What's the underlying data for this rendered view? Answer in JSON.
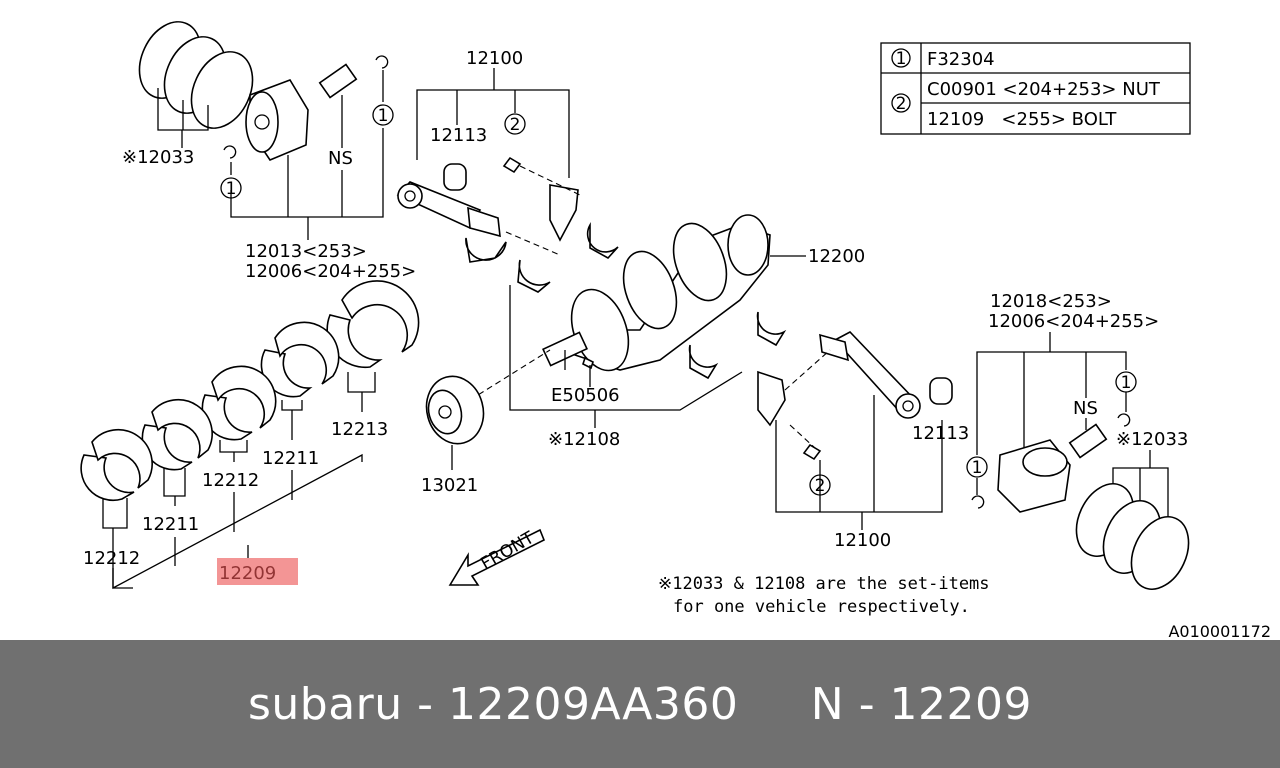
{
  "legend_table": {
    "rows": [
      {
        "key": "1",
        "text": "F32304"
      },
      {
        "key": "2",
        "text": "C00901 <204+253> NUT"
      },
      {
        "key": "",
        "text": "12109   <255> BOLT"
      }
    ]
  },
  "labels": {
    "piston_rings_left": "※12033",
    "ns_left": "NS",
    "piston_left_a": "12013<253>",
    "piston_left_b": "12006<204+255>",
    "conrod_group_top": "12100",
    "bushing_left": "12113",
    "crankshaft": "12200",
    "key": "E50506",
    "crank_set": "※12108",
    "sprocket": "13021",
    "bearing_12213": "12213",
    "bearing_12211_a": "12211",
    "bearing_12212_a": "12212",
    "bearing_12211_b": "12211",
    "bearing_12212_b": "12212",
    "bearing_set": "12209",
    "front": "FRONT",
    "piston_right_a": "12018<253>",
    "piston_right_b": "12006<204+255>",
    "ns_right": "NS",
    "piston_rings_right": "※12033",
    "bushing_right": "12113",
    "conrod_group_bottom": "12100"
  },
  "callouts": {
    "one": "1",
    "two": "2"
  },
  "note": {
    "line1": "※12033 & 12108 are the set-items",
    "line2": "for one vehicle respectively."
  },
  "doc_id": "A010001172",
  "footer": {
    "title": "subaru - 12209AA360     N - 12209"
  },
  "colors": {
    "footer_bg": "#707070",
    "highlight": "#ec5454"
  }
}
